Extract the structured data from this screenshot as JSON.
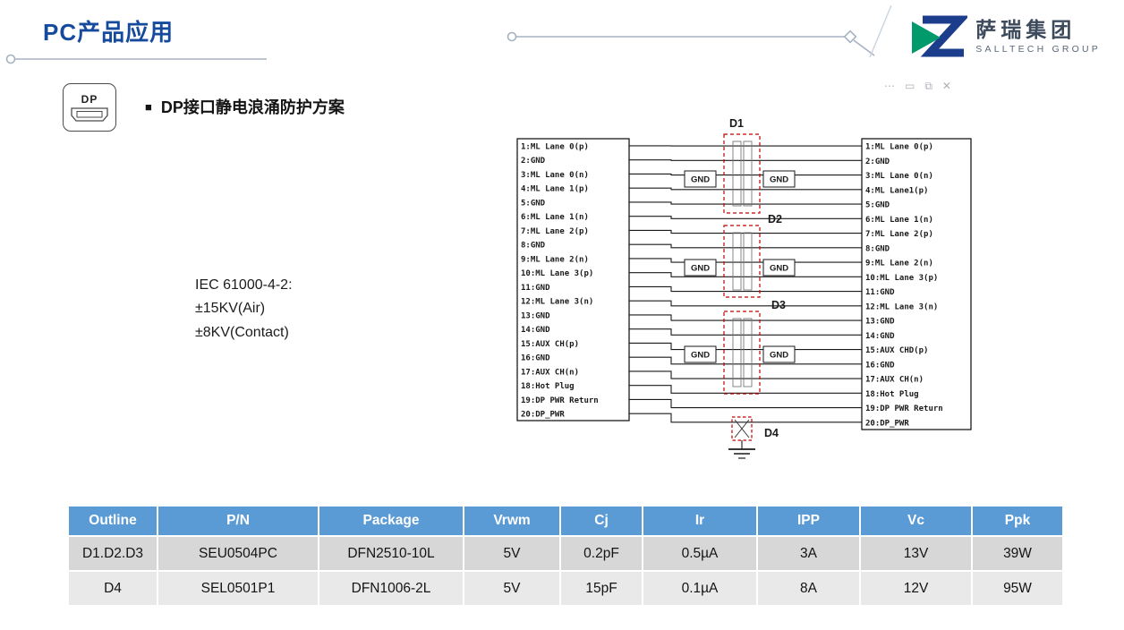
{
  "header": {
    "title": "PC产品应用",
    "logo_cn": "萨瑞集团",
    "logo_en": "SALLTECH GROUP"
  },
  "section": {
    "badge": "DP",
    "bullet": "■",
    "title": "DP接口静电浪涌防护方案"
  },
  "iec": {
    "line1": "IEC 61000-4-2:",
    "line2": "±15KV(Air)",
    "line3": "±8KV(Contact)"
  },
  "toolbar": {
    "icons": [
      {
        "name": "more",
        "glyph": "⋯"
      },
      {
        "name": "window",
        "glyph": "▭"
      },
      {
        "name": "overlap",
        "glyph": "⧉"
      },
      {
        "name": "close",
        "glyph": "✕"
      }
    ]
  },
  "diagram": {
    "gnd_label": "GND",
    "devices": [
      "D1",
      "D2",
      "D3",
      "D4"
    ],
    "left_pins": [
      "1:ML Lane 0(p)",
      "2:GND",
      "3:ML Lane 0(n)",
      "4:ML Lane 1(p)",
      "5:GND",
      "6:ML Lane 1(n)",
      "7:ML Lane 2(p)",
      "8:GND",
      "9:ML Lane 2(n)",
      "10:ML Lane 3(p)",
      "11:GND",
      "12:ML Lane 3(n)",
      "13:GND",
      "14:GND",
      "15:AUX CH(p)",
      "16:GND",
      "17:AUX CH(n)",
      "18:Hot Plug",
      "19:DP PWR Return",
      "20:DP_PWR"
    ],
    "right_pins": [
      "1:ML Lane 0(p)",
      "2:GND",
      "3:ML Lane 0(n)",
      "4:ML Lane1(p)",
      "5:GND",
      "6:ML Lane 1(n)",
      "7:ML Lane 2(p)",
      "8:GND",
      "9:ML Lane 2(n)",
      "10:ML Lane 3(p)",
      "11:GND",
      "12:ML Lane 3(n)",
      "13:GND",
      "14:GND",
      "15:AUX CHD(p)",
      "16:GND",
      "17:AUX CH(n)",
      "18:Hot Plug",
      "19:DP PWR Return",
      "20:DP_PWR"
    ]
  },
  "table": {
    "headers": [
      "Outline",
      "P/N",
      "Package",
      "Vrwm",
      "Cj",
      "Ir",
      "IPP",
      "Vc",
      "Ppk"
    ],
    "rows": [
      [
        "D1.D2.D3",
        "SEU0504PC",
        "DFN2510-10L",
        "5V",
        "0.2pF",
        "0.5µA",
        "3A",
        "13V",
        "39W"
      ],
      [
        "D4",
        "SEL0501P1",
        "DFN1006-2L",
        "5V",
        "15pF",
        "0.1µA",
        "8A",
        "12V",
        "95W"
      ]
    ]
  },
  "colors": {
    "accent_blue": "#164A9C",
    "table_header_blue": "#5B9BD5",
    "device_red": "#C00000",
    "logo_green": "#009A6B",
    "logo_blue": "#1C3C8C"
  }
}
